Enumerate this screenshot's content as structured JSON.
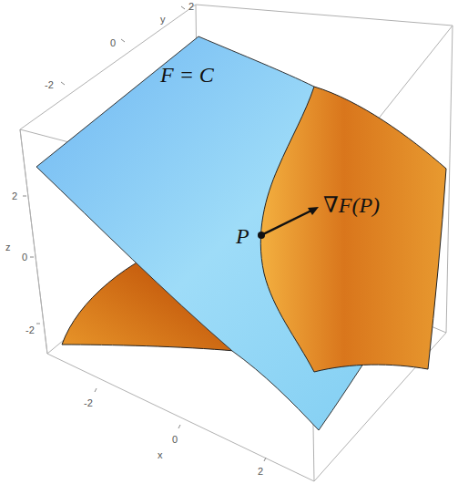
{
  "diagram": {
    "labels": [
      "F = C",
      "P",
      "∇F(P)",
      "y",
      "2",
      "0",
      "-2",
      "z",
      "2",
      "0",
      "-2",
      "x",
      "-2",
      "0",
      "2"
    ]
  }
}
